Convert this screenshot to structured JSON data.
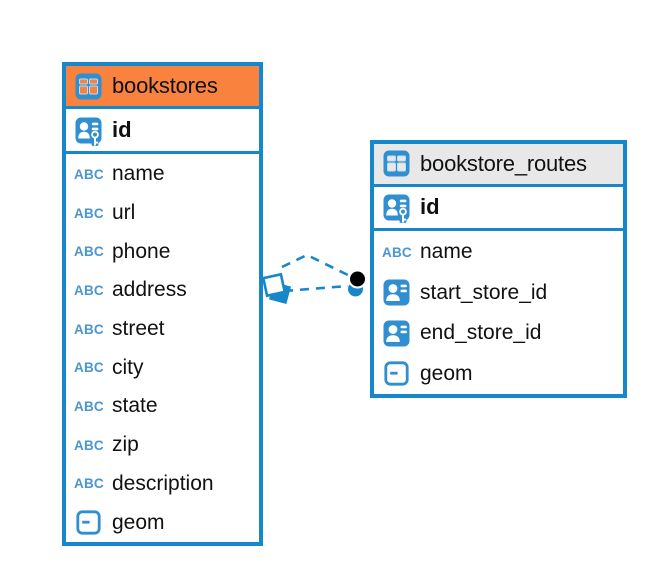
{
  "colors": {
    "accent_blue": "#1787CB",
    "icon_blue": "#2F8FD0",
    "type_text_blue": "#4A96D2",
    "bookstores_header": "#F8823E",
    "routes_header": "#E8E8E8",
    "edge_blue": "#1787CB",
    "text": "#111111"
  },
  "icons": {
    "text_type_label": "ABC",
    "table_icon": "table-icon",
    "primary_key_icon": "person-key-icon",
    "reference_icon": "person-card-icon",
    "geometry_icon": "object-box-icon"
  },
  "diagram": {
    "tables": [
      {
        "name": "bookstores",
        "header_color": "#F8823E",
        "primary_key": {
          "name": "id"
        },
        "columns": [
          {
            "name": "name",
            "type": "text"
          },
          {
            "name": "url",
            "type": "text"
          },
          {
            "name": "phone",
            "type": "text"
          },
          {
            "name": "address",
            "type": "text"
          },
          {
            "name": "street",
            "type": "text"
          },
          {
            "name": "city",
            "type": "text"
          },
          {
            "name": "state",
            "type": "text"
          },
          {
            "name": "zip",
            "type": "text"
          },
          {
            "name": "description",
            "type": "text"
          },
          {
            "name": "geom",
            "type": "object"
          }
        ]
      },
      {
        "name": "bookstore_routes",
        "header_color": "#E8E8E8",
        "primary_key": {
          "name": "id"
        },
        "columns": [
          {
            "name": "name",
            "type": "text"
          },
          {
            "name": "start_store_id",
            "type": "reference"
          },
          {
            "name": "end_store_id",
            "type": "reference"
          },
          {
            "name": "geom",
            "type": "object"
          }
        ]
      }
    ],
    "relationships": [
      {
        "from": "bookstores",
        "to": "bookstore_routes",
        "style": "dashed"
      },
      {
        "from": "bookstores",
        "to": "bookstore_routes",
        "style": "dashed"
      }
    ]
  }
}
